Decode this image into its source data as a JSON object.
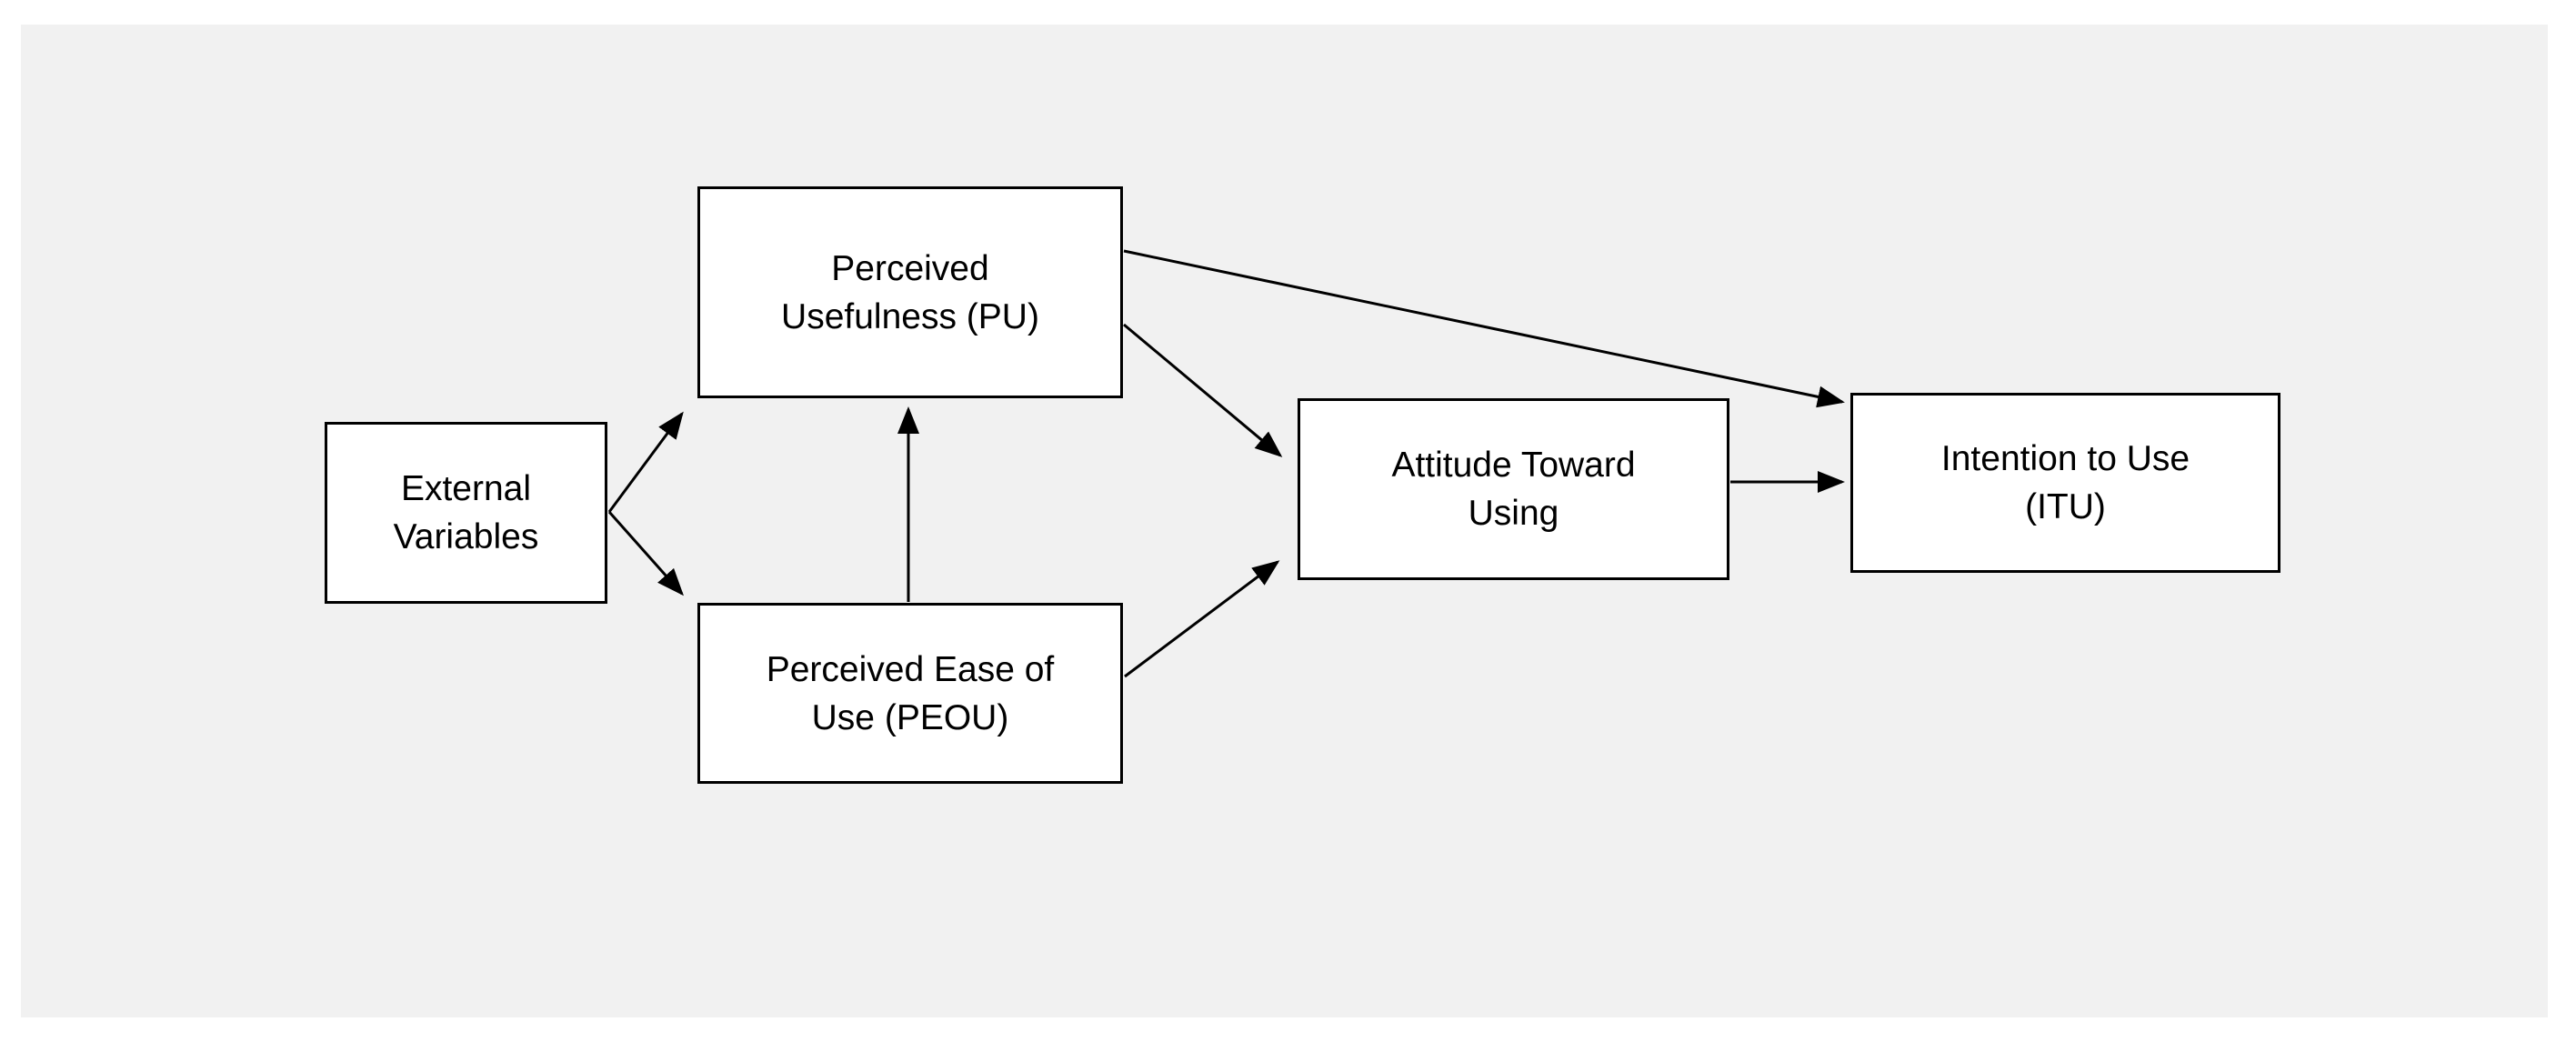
{
  "diagram": {
    "type": "flow-diagram",
    "colors": {
      "page_bg": "#ffffff",
      "canvas_bg": "#f1f1f1",
      "node_bg": "#ffffff",
      "node_border": "#000000",
      "arrow": "#000000",
      "text": "#000000"
    },
    "nodes": {
      "external_variables": {
        "line1": "External",
        "line2": "Variables"
      },
      "perceived_usefulness": {
        "line1": "Perceived",
        "line2": "Usefulness (PU)"
      },
      "perceived_ease_of_use": {
        "line1": "Perceived Ease of",
        "line2": "Use (PEOU)"
      },
      "attitude_toward_using": {
        "line1": "Attitude Toward",
        "line2": "Using"
      },
      "intention_to_use": {
        "line1": "Intention to Use",
        "line2": "(ITU)"
      }
    },
    "edges": [
      {
        "from": "external_variables",
        "to": "perceived_usefulness"
      },
      {
        "from": "external_variables",
        "to": "perceived_ease_of_use"
      },
      {
        "from": "perceived_ease_of_use",
        "to": "perceived_usefulness"
      },
      {
        "from": "perceived_usefulness",
        "to": "attitude_toward_using"
      },
      {
        "from": "perceived_ease_of_use",
        "to": "attitude_toward_using"
      },
      {
        "from": "perceived_usefulness",
        "to": "intention_to_use"
      },
      {
        "from": "attitude_toward_using",
        "to": "intention_to_use"
      }
    ]
  }
}
